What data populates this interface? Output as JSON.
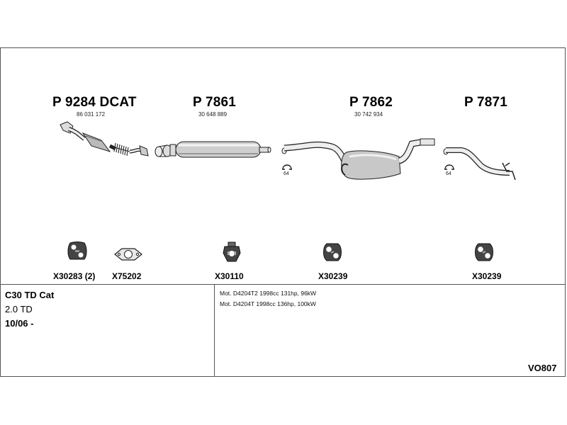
{
  "parts": {
    "p1": {
      "title": "P 9284 DCAT",
      "number": "86 031 172"
    },
    "p2": {
      "title": "P 7861",
      "number": "30 648 889"
    },
    "p3": {
      "title": "P 7862",
      "number": "30 742 934"
    },
    "p4": {
      "title": "P 7871"
    }
  },
  "clamps": {
    "c1": "64",
    "c2": "64"
  },
  "mounts": [
    {
      "code": "X30283 (2)",
      "icon": "rubber-hanger-icon"
    },
    {
      "code": "X75202",
      "icon": "gasket-icon"
    },
    {
      "code": "X30110",
      "icon": "rubber-mount-icon"
    },
    {
      "code": "X30239",
      "icon": "rubber-hanger-icon"
    },
    {
      "code": "X30239",
      "icon": "rubber-hanger-icon"
    }
  ],
  "vehicle": {
    "model": "C30 TD Cat",
    "engine": "2.0 TD",
    "date": "10/06 -"
  },
  "motors": [
    "Mot. D4204T2 1998cc 131hp, 96kW",
    "Mot. D4204T 1998cc 136hp, 100kW"
  ],
  "reference": "VO807"
}
